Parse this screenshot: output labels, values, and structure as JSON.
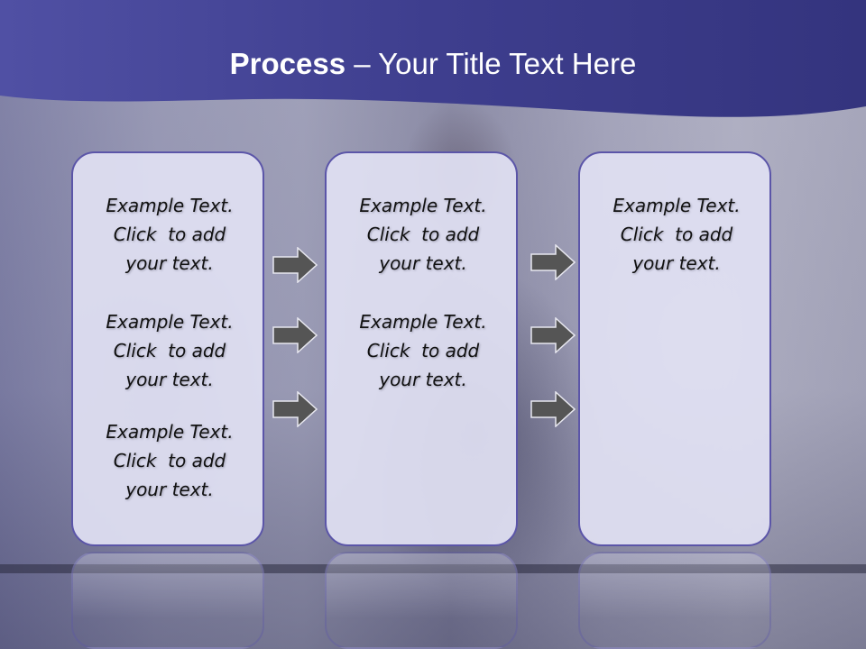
{
  "header": {
    "title_bold": "Process",
    "title_rest": "– Your Title Text Here",
    "color": "#4a4a9c"
  },
  "boxes": [
    {
      "items": [
        {
          "line1": "Example Text.",
          "line2": "Click  to add",
          "line3": "your text."
        },
        {
          "line1": "Example Text.",
          "line2": "Click  to add",
          "line3": "your text."
        },
        {
          "line1": "Example Text.",
          "line2": "Click  to add",
          "line3": "your text."
        }
      ]
    },
    {
      "items": [
        {
          "line1": "Example Text.",
          "line2": "Click  to add",
          "line3": "your text."
        },
        {
          "line1": "Example Text.",
          "line2": "Click  to add",
          "line3": "your text."
        }
      ]
    },
    {
      "items": [
        {
          "line1": "Example Text.",
          "line2": "Click  to add",
          "line3": "your text."
        }
      ]
    }
  ],
  "colors": {
    "box_border": "#5b55a8",
    "box_fill": "#e0e0f2",
    "arrow_fill": "#555555"
  },
  "icons": [
    "right-arrow-icon"
  ]
}
